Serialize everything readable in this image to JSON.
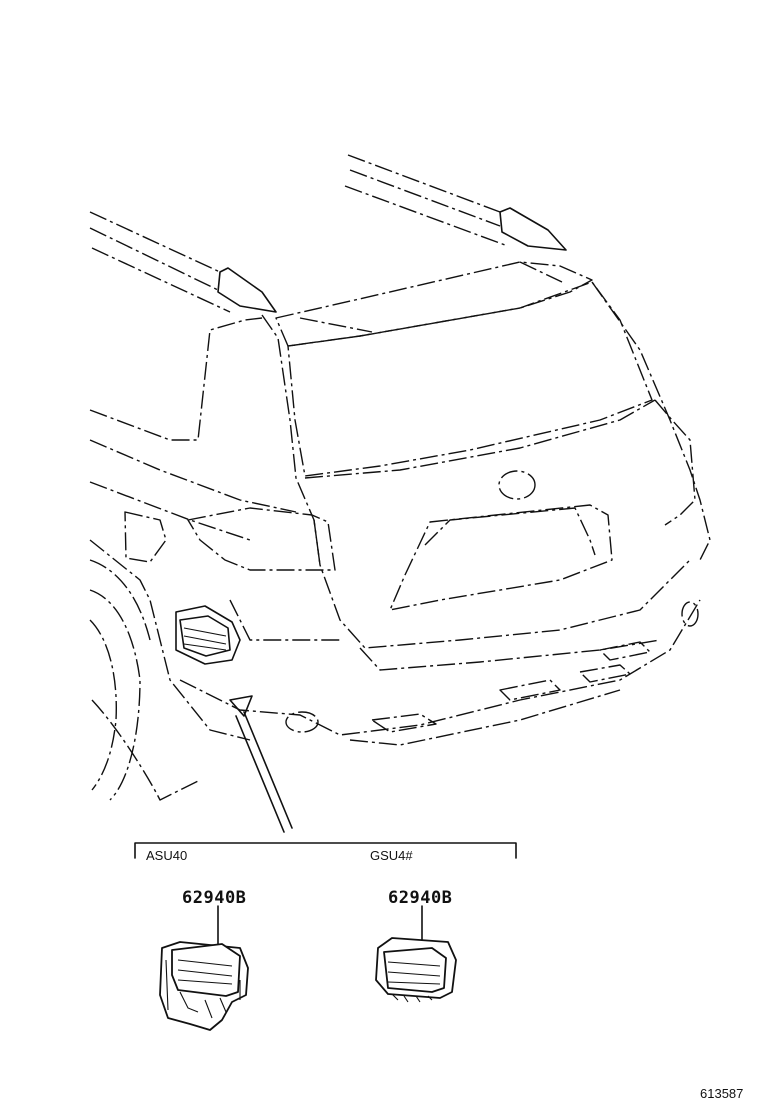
{
  "variants": [
    {
      "code": "ASU40",
      "part_number": "62940B"
    },
    {
      "code": "GSU4#",
      "part_number": "62940B"
    }
  ],
  "illustration_number": "613587"
}
